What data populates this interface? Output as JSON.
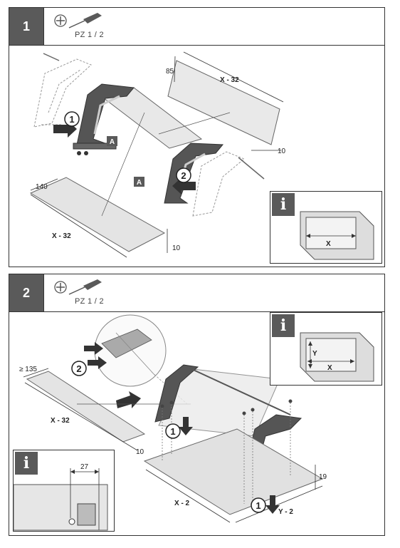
{
  "steps": [
    {
      "number": "1",
      "tool_icon": "phillips-screwdriver-icon",
      "tool_label": "PZ 1 / 2",
      "labels": {
        "callout_a": "A",
        "step_1": "1",
        "step_2": "2",
        "dim_85": "85",
        "dim_back_width": "X - 32",
        "dim_10_side": "10",
        "dim_140": "140",
        "dim_shelf_width": "X - 32",
        "dim_10_bottom": "10"
      },
      "info": {
        "badge": "i",
        "dim_x": "X"
      }
    },
    {
      "number": "2",
      "tool_icon": "phillips-screwdriver-icon",
      "tool_label": "PZ 1 / 2",
      "labels": {
        "step_2": "2",
        "step_1a": "1",
        "step_1b": "1",
        "dim_ge135": "≥ 135",
        "dim_panel_width": "X - 32",
        "dim_10": "10",
        "dim_x2": "X - 2",
        "dim_y2": "Y - 2",
        "dim_19": "19"
      },
      "info_top": {
        "badge": "i",
        "dim_y": "Y",
        "dim_x": "X"
      },
      "info_bottom": {
        "badge": "i",
        "dim_27": "27"
      }
    }
  ]
}
